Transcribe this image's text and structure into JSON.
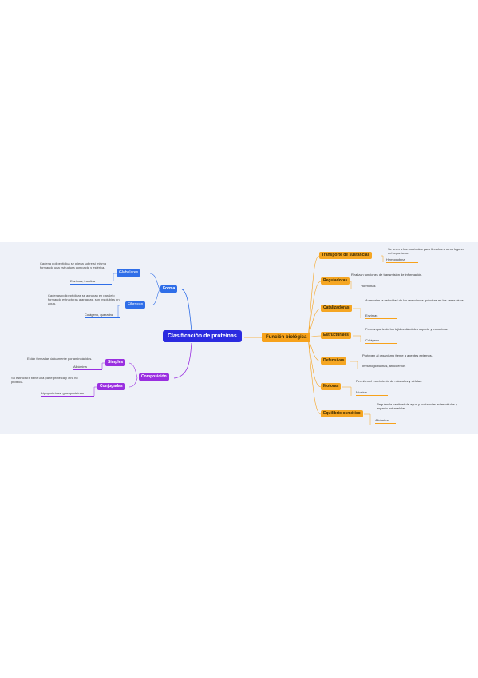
{
  "root": "Clasificación de proteínas",
  "left": {
    "forma": {
      "label": "Forma",
      "globulares": {
        "label": "Globulares",
        "desc": "Cadena polipeptídica se pliega sobre sí misma formando una estructura compacta y esférica.",
        "example": "Enzimas, insulina"
      },
      "fibrosas": {
        "label": "Fibrosas",
        "desc": "Cadenas polipeptídicas se agrupan en paralelo formando estructuras alargadas, son insolubles en agua.",
        "example": "Colágeno, queratina"
      }
    },
    "composicion": {
      "label": "Composición",
      "simples": {
        "label": "Simples",
        "desc": "Están formadas únicamente por aminoácidos.",
        "example": "Albúmina"
      },
      "conjugadas": {
        "label": "Conjugadas",
        "desc": "Su estructura tiene una parte proteica y otra no proteica.",
        "example": "Lipoproteínas, glucoproteínas"
      }
    }
  },
  "right": {
    "funcion": {
      "label": "Función biológica",
      "items": [
        {
          "label": "Transporte de sustancias",
          "desc": "Se unen a las moléculas para llevarlas a otros lugares del organismo.",
          "example": "Hemoglobina"
        },
        {
          "label": "Reguladoras",
          "desc": "Realizan funciones de transmisión de información.",
          "example": "Hormonas"
        },
        {
          "label": "Catalizadoras",
          "desc": "Aumentan la velocidad de las reacciones químicas en los seres vivos.",
          "example": "Enzimas"
        },
        {
          "label": "Estructurales",
          "desc": "Forman parte de los tejidos dándoles soporte y estructura.",
          "example": "Colágeno"
        },
        {
          "label": "Defensivas",
          "desc": "Protegen al organismo frente a agentes externos.",
          "example": "Inmunoglobulinas, anticuerpos"
        },
        {
          "label": "Motoras",
          "desc": "Permiten el movimiento de músculos y células.",
          "example": "Miosina"
        },
        {
          "label": "Equilibrio osmótico",
          "desc": "Regulan la cantidad de agua y sustancias entre células y espacio extracelular.",
          "example": "Albúmina"
        }
      ]
    }
  },
  "colors": {
    "root": "#2b2be0",
    "blue": "#2f6ee8",
    "purple": "#9a2fe0",
    "orange": "#f7a21b",
    "canvas": "#eef1f8"
  }
}
